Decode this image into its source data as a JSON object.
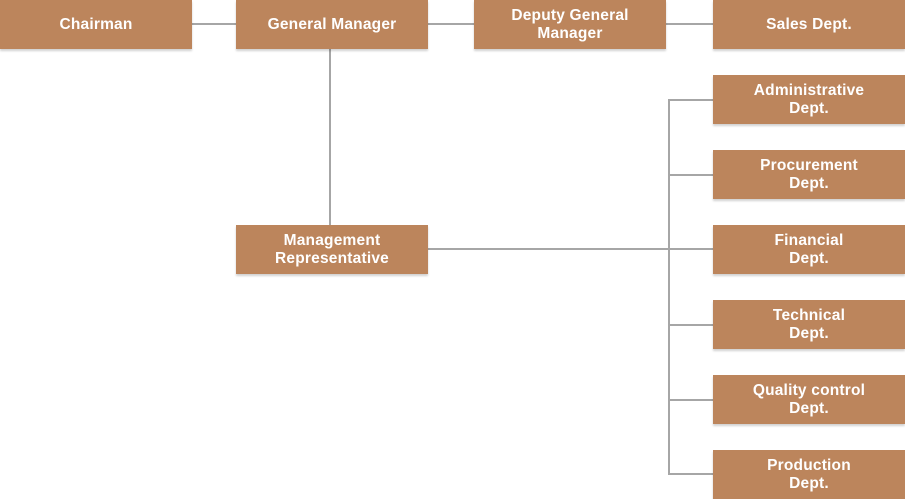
{
  "theme": {
    "box_fill": "#BC855C",
    "box_text": "#FFFFFF",
    "connector": "#A6A6A6",
    "background": "#FFFFFF"
  },
  "org_chart": {
    "type": "organization-chart",
    "nodes": [
      {
        "id": "chairman",
        "label": "Chairman"
      },
      {
        "id": "general-manager",
        "label": "General Manager"
      },
      {
        "id": "deputy-general-manager",
        "label": "Deputy General\nManager"
      },
      {
        "id": "sales-dept",
        "label": "Sales Dept."
      },
      {
        "id": "management-representative",
        "label": "Management\nRepresentative"
      },
      {
        "id": "administrative-dept",
        "label": "Administrative\nDept."
      },
      {
        "id": "procurement-dept",
        "label": "Procurement\nDept."
      },
      {
        "id": "financial-dept",
        "label": "Financial\nDept."
      },
      {
        "id": "technical-dept",
        "label": "Technical\nDept."
      },
      {
        "id": "quality-control-dept",
        "label": "Quality control\nDept."
      },
      {
        "id": "production-dept",
        "label": "Production\nDept."
      }
    ],
    "edges": [
      [
        "chairman",
        "general-manager"
      ],
      [
        "general-manager",
        "deputy-general-manager"
      ],
      [
        "deputy-general-manager",
        "sales-dept"
      ],
      [
        "general-manager",
        "management-representative"
      ],
      [
        "management-representative",
        "administrative-dept"
      ],
      [
        "management-representative",
        "procurement-dept"
      ],
      [
        "management-representative",
        "financial-dept"
      ],
      [
        "management-representative",
        "technical-dept"
      ],
      [
        "management-representative",
        "quality-control-dept"
      ],
      [
        "management-representative",
        "production-dept"
      ]
    ]
  }
}
